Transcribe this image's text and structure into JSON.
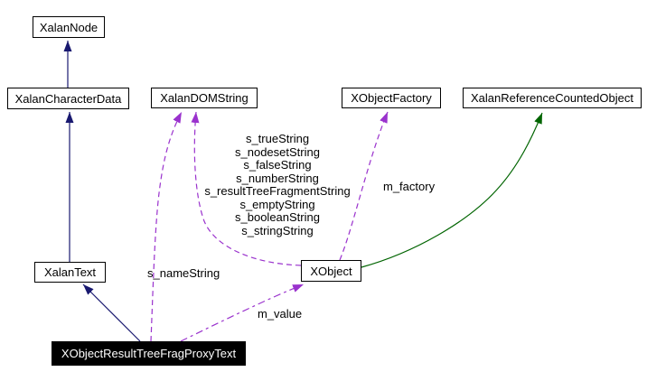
{
  "diagram": {
    "nodes": {
      "xalan_node": "XalanNode",
      "xalan_character_data": "XalanCharacterData",
      "xalan_dom_string": "XalanDOMString",
      "xobject_factory": "XObjectFactory",
      "xalan_reference_counted_object": "XalanReferenceCountedObject",
      "xalan_text": "XalanText",
      "xobject": "XObject",
      "proxy_text": "XObjectResultTreeFragProxyText"
    },
    "edge_labels": {
      "string_members": "s_trueString\ns_nodesetString\ns_falseString\ns_numberString\ns_resultTreeFragmentString\ns_emptyString\ns_booleanString\ns_stringString",
      "s_name": "s_nameString",
      "m_factory": "m_factory",
      "m_value": "m_value"
    },
    "colors": {
      "inheritance": "#191970",
      "usage": "#9a32cd",
      "protected_inheritance": "#006400",
      "node_border": "#000000",
      "node_background": "#ffffff",
      "focus_node_background": "#000000",
      "focus_node_text": "#ffffff"
    }
  }
}
